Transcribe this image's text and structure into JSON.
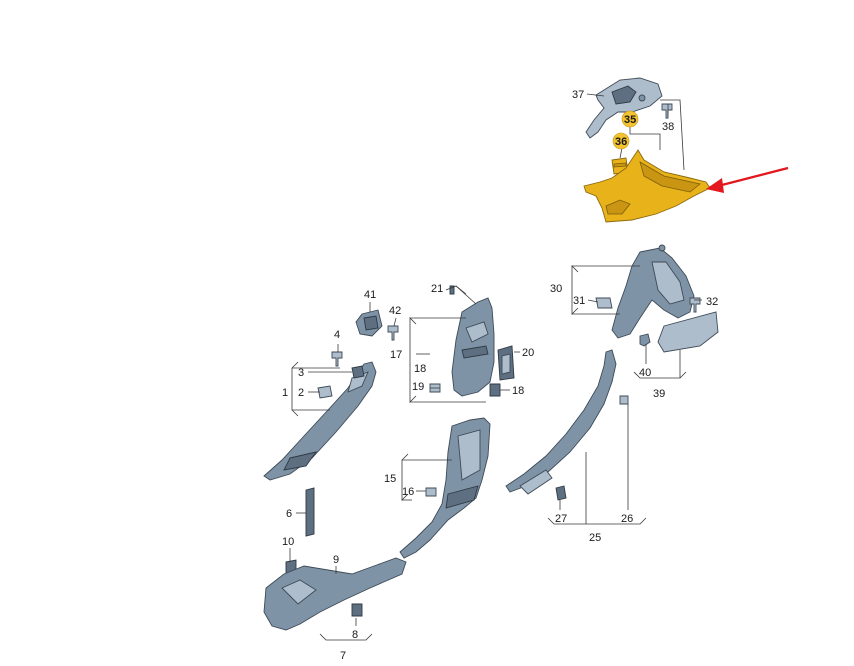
{
  "diagram": {
    "highlighted_parts": [
      "35",
      "36"
    ],
    "pointer_target": "35",
    "colors": {
      "highlight": "#e8b21a",
      "part": "#7f93a6",
      "pointer": "#e3171d",
      "badge": "#f2c230"
    },
    "callouts": {
      "c1": "1",
      "c2": "2",
      "c3": "3",
      "c4": "4",
      "c6": "6",
      "c7": "7",
      "c8": "8",
      "c9": "9",
      "c10": "10",
      "c15": "15",
      "c16": "16",
      "c17": "17",
      "c18a": "18",
      "c18b": "18",
      "c19": "19",
      "c20": "20",
      "c21": "21",
      "c25": "25",
      "c26": "26",
      "c27": "27",
      "c30": "30",
      "c31": "31",
      "c32": "32",
      "c35": "35",
      "c36": "36",
      "c37": "37",
      "c38": "38",
      "c39": "39",
      "c40": "40",
      "c41": "41",
      "c42": "42"
    }
  }
}
